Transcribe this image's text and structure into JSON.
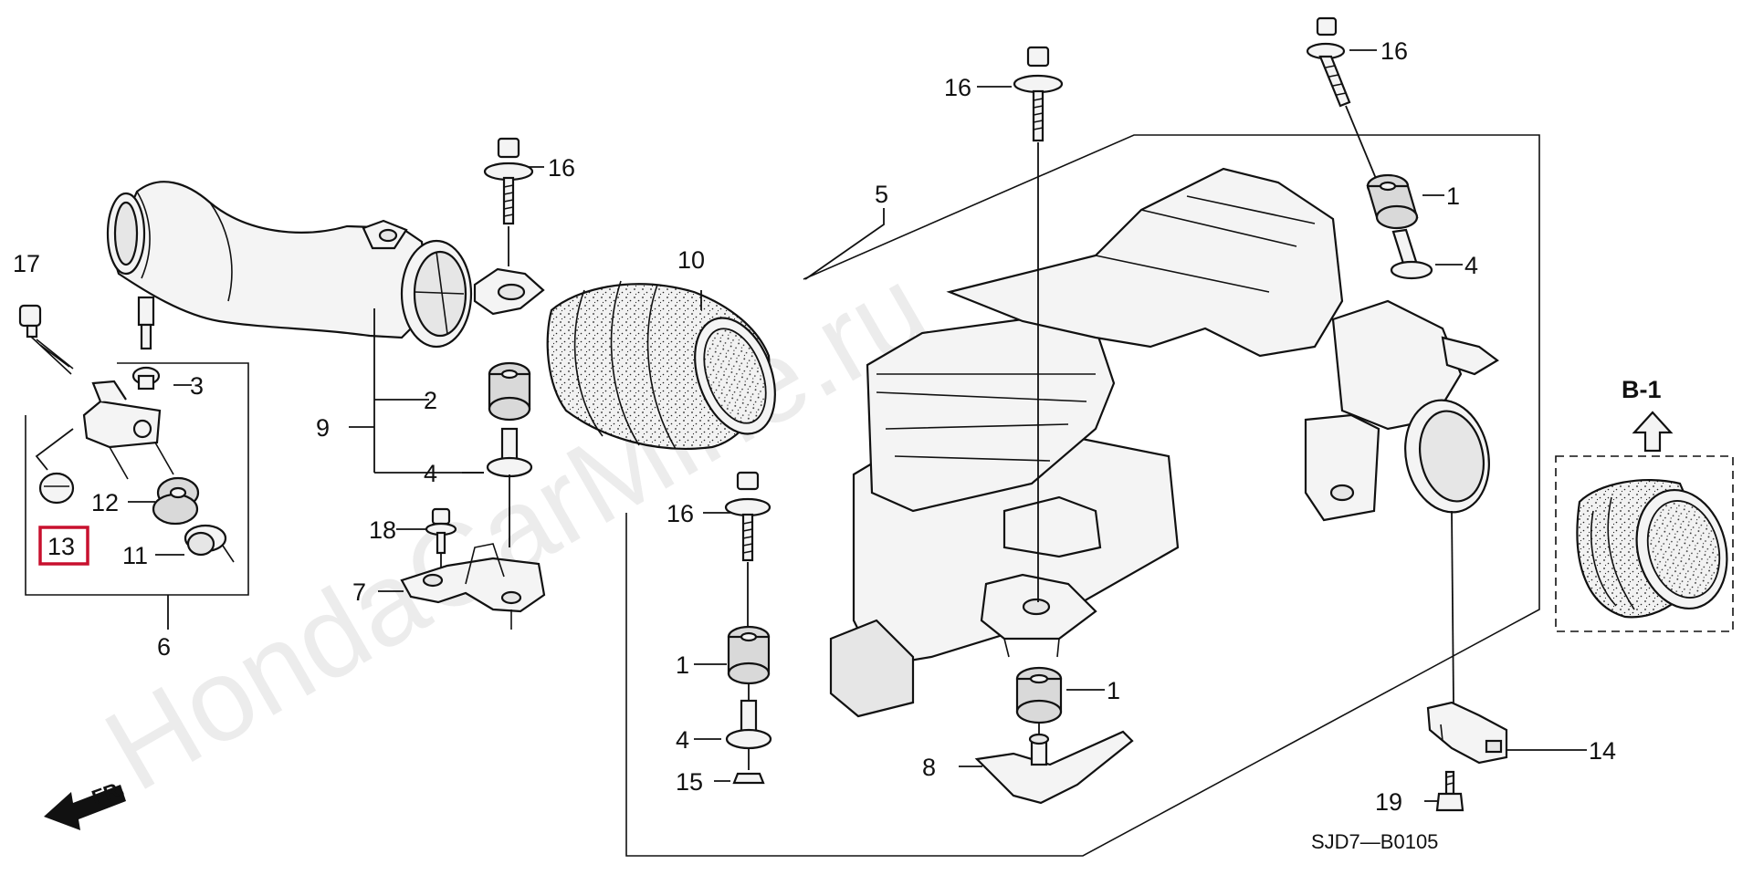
{
  "watermark": "HondaCarMine.ru",
  "diagram_code": "SJD7—B0105",
  "view_label": "B-1",
  "front_label": "FR.",
  "callouts": {
    "c17": "17",
    "c3": "3",
    "c12": "12",
    "c13": "13",
    "c11": "11",
    "c6": "6",
    "c16a": "16",
    "c2": "2",
    "c9": "9",
    "c4a": "4",
    "c18": "18",
    "c7": "7",
    "c10": "10",
    "c5": "5",
    "c16b": "16",
    "c16c": "16",
    "c1a": "1",
    "c4b": "4",
    "c16d": "16",
    "c1b": "1",
    "c4c": "4",
    "c15": "15",
    "c1c": "1",
    "c8": "8",
    "c14": "14",
    "c19": "19"
  },
  "colors": {
    "highlight": "#c8102e",
    "ink": "#111111"
  }
}
